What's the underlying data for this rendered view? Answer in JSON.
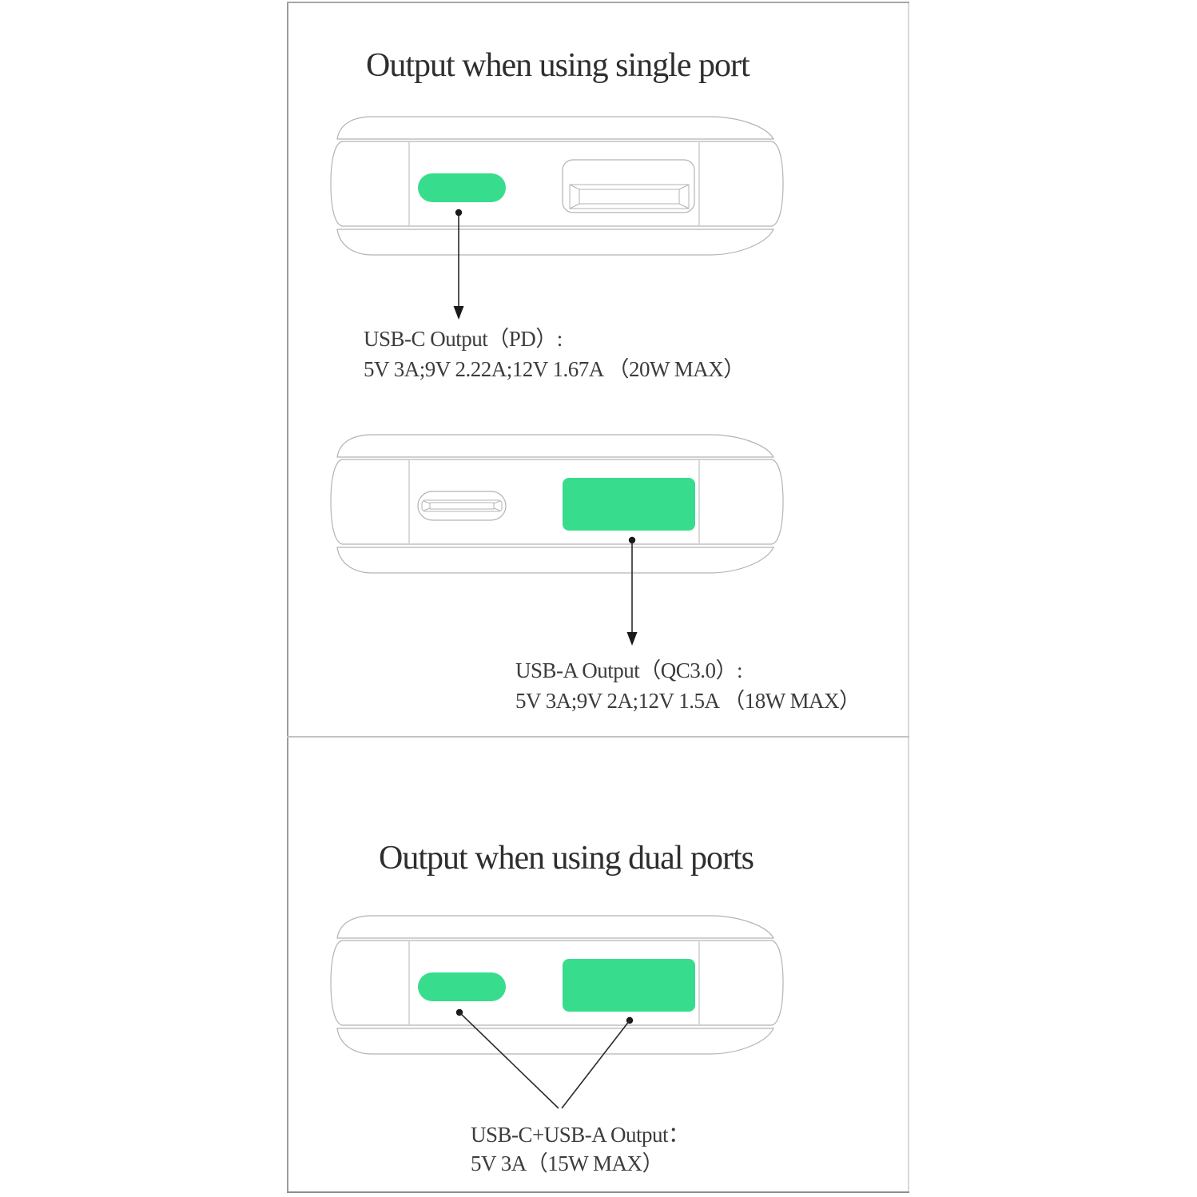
{
  "meta": {
    "background": "#ffffff",
    "accent_green": "#37dd8d",
    "outline_gray": "#b3b3b3",
    "arrow_black": "#1a1a1a",
    "text_color": "#3c3c3c"
  },
  "sections": [
    {
      "title": "Output when using single port",
      "diagrams": [
        {
          "device": "power-bank-top-view",
          "highlighted_port": "USB-C",
          "callout": {
            "lines": [
              "USB-C Output（PD）:",
              "5V 3A;9V 2.22A;12V 1.67A （20W MAX）"
            ]
          }
        },
        {
          "device": "power-bank-top-view",
          "highlighted_port": "USB-A",
          "callout": {
            "lines": [
              "USB-A Output（QC3.0）:",
              "5V 3A;9V 2A;12V 1.5A （18W MAX）"
            ]
          }
        }
      ]
    },
    {
      "title": "Output when using dual ports",
      "diagrams": [
        {
          "device": "power-bank-top-view",
          "highlighted_port": "USB-C + USB-A",
          "callout": {
            "lines": [
              "USB-C+USB-A Output：",
              "5V 3A（15W MAX）"
            ]
          }
        }
      ]
    }
  ]
}
